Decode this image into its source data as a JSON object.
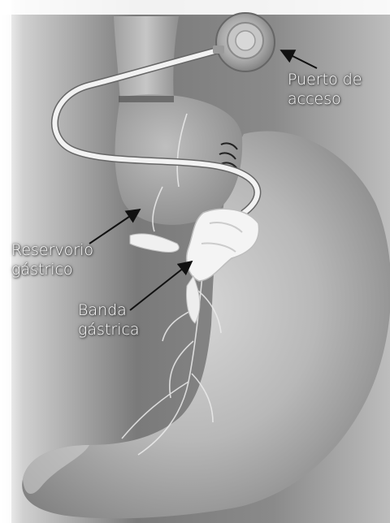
{
  "labels": {
    "puerto_line1": "Puerto de",
    "puerto_line2": "acceso",
    "reservorio_line1": "Reservorio",
    "reservorio_line2": "gástrico",
    "banda_line1": "Banda",
    "banda_line2": "gástrica"
  },
  "colors": {
    "background_dark": "#6f6f6f",
    "background_light": "#e8e8e8",
    "stomach": "#b4b4b4",
    "tube": "#f2f2f2",
    "band": "#f4f4f4",
    "arrow": "#111111",
    "label_text": "#ffffff"
  },
  "icons": [
    "access-port-icon",
    "gastric-band-icon"
  ]
}
